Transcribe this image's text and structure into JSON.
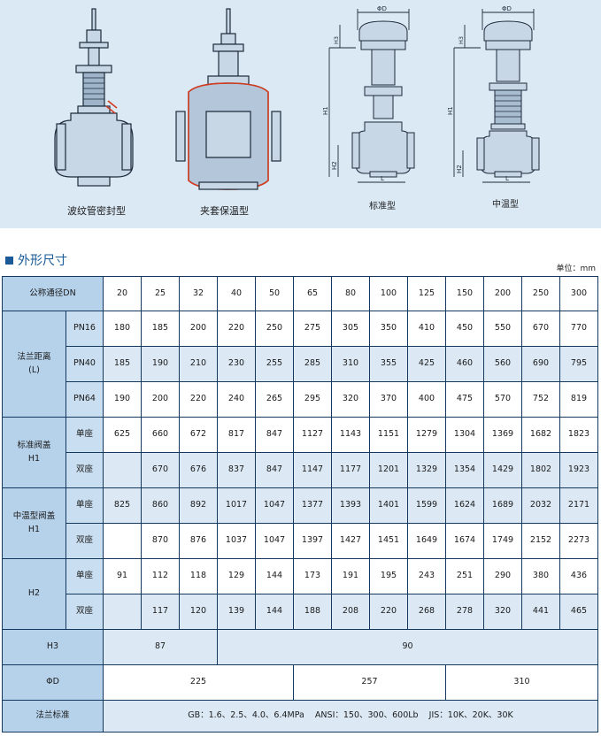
{
  "figures": [
    {
      "caption": "波纹管密封型"
    },
    {
      "caption": "夹套保温型"
    },
    {
      "caption": "标准型",
      "dims": {
        "phiD": "ΦD",
        "h3": "H3",
        "h1": "H1",
        "h2": "H2",
        "l": "L"
      }
    },
    {
      "caption": "中温型",
      "dims": {
        "phiD": "ΦD",
        "h3": "H3",
        "h1": "H1",
        "h2": "H2",
        "l": "L"
      }
    }
  ],
  "section": {
    "title": "外形尺寸",
    "unit": "单位：mm"
  },
  "table": {
    "dn_label": "公称通径DN",
    "dn": [
      "20",
      "25",
      "32",
      "40",
      "50",
      "65",
      "80",
      "100",
      "125",
      "150",
      "200",
      "250",
      "300"
    ],
    "flange_distance": {
      "label": "法兰距离",
      "sublabel": "(L)",
      "rows": [
        {
          "name": "PN16",
          "values": [
            "180",
            "185",
            "200",
            "220",
            "250",
            "275",
            "305",
            "350",
            "410",
            "450",
            "550",
            "670",
            "770"
          ]
        },
        {
          "name": "PN40",
          "values": [
            "185",
            "190",
            "210",
            "230",
            "255",
            "285",
            "310",
            "355",
            "425",
            "460",
            "560",
            "690",
            "795"
          ]
        },
        {
          "name": "PN64",
          "values": [
            "190",
            "200",
            "220",
            "240",
            "265",
            "295",
            "320",
            "370",
            "400",
            "475",
            "570",
            "752",
            "819"
          ]
        }
      ]
    },
    "standard_bonnet": {
      "label": "标准阀盖",
      "sublabel": "H1",
      "rows": [
        {
          "name": "单座",
          "values": [
            "625",
            "660",
            "672",
            "817",
            "847",
            "1127",
            "1143",
            "1151",
            "1279",
            "1304",
            "1369",
            "1682",
            "1823"
          ]
        },
        {
          "name": "双座",
          "values": [
            "",
            "670",
            "676",
            "837",
            "847",
            "1147",
            "1177",
            "1201",
            "1329",
            "1354",
            "1429",
            "1802",
            "1923"
          ]
        }
      ]
    },
    "medium_temp_bonnet": {
      "label": "中温型阀盖",
      "sublabel": "H1",
      "rows": [
        {
          "name": "单座",
          "values": [
            "825",
            "860",
            "892",
            "1017",
            "1047",
            "1377",
            "1393",
            "1401",
            "1599",
            "1624",
            "1689",
            "2032",
            "2171"
          ]
        },
        {
          "name": "双座",
          "values": [
            "",
            "870",
            "876",
            "1037",
            "1047",
            "1397",
            "1427",
            "1451",
            "1649",
            "1674",
            "1749",
            "2152",
            "2273"
          ]
        }
      ]
    },
    "h2": {
      "label": "H2",
      "rows": [
        {
          "name": "单座",
          "values": [
            "91",
            "112",
            "118",
            "129",
            "144",
            "173",
            "191",
            "195",
            "243",
            "251",
            "290",
            "380",
            "436"
          ]
        },
        {
          "name": "双座",
          "values": [
            "",
            "117",
            "120",
            "139",
            "144",
            "188",
            "208",
            "220",
            "268",
            "278",
            "320",
            "441",
            "465"
          ]
        }
      ]
    },
    "h3": {
      "label": "H3",
      "values": [
        "87",
        "90"
      ]
    },
    "phid": {
      "label": "ΦD",
      "values": [
        "225",
        "257",
        "310"
      ]
    },
    "flange_std": {
      "label": "法兰标准",
      "value": "GB：1.6、2.5、4.0、6.4MPa    ANSI：150、300、600Lb    JIS：10K、20K、30K"
    }
  },
  "colors": {
    "panel": "#dbe9f5",
    "header": "#b6d2eb",
    "alt_row": "#dce9f5",
    "border": "#14385e",
    "title": "#1a5a98"
  }
}
